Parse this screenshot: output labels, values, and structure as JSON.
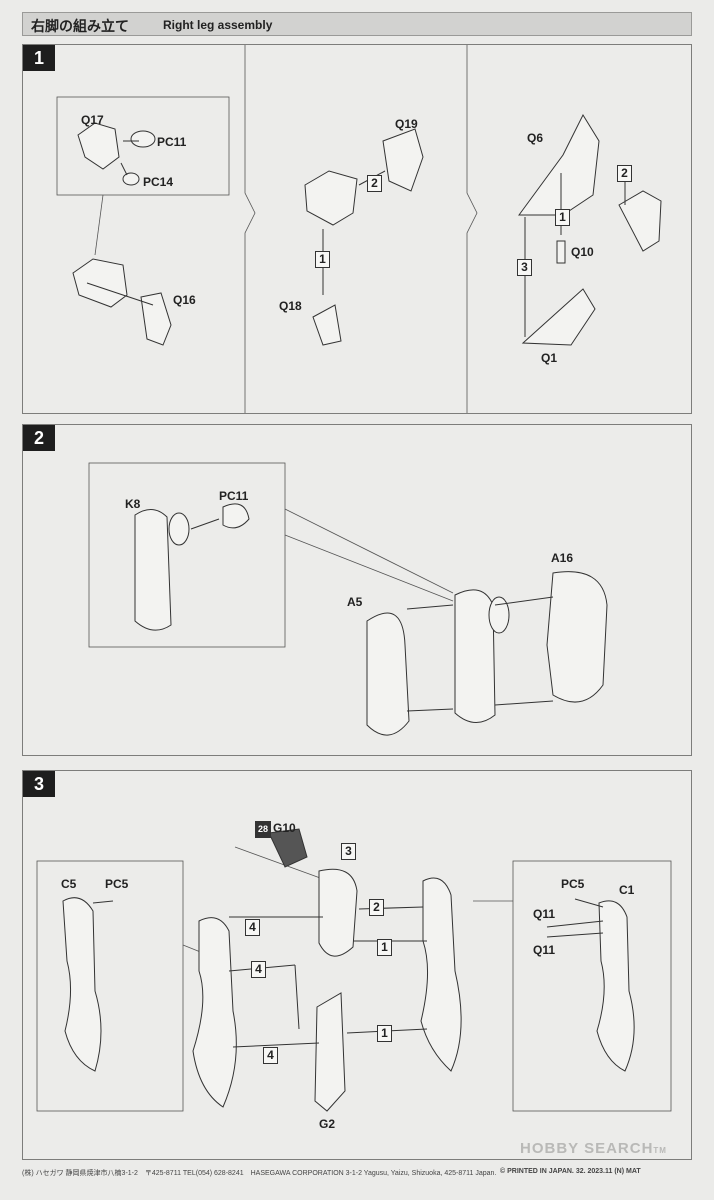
{
  "header": {
    "title_jp": "右脚の組み立て",
    "title_en": "Right leg assembly"
  },
  "step1": {
    "number": "1",
    "sub1": {
      "labels": [
        "Q17",
        "PC11",
        "PC14",
        "Q16"
      ]
    },
    "sub2": {
      "labels": [
        "Q19",
        "Q18"
      ],
      "order": [
        "2",
        "1"
      ]
    },
    "sub3": {
      "labels": [
        "Q6",
        "Q10",
        "Q1"
      ],
      "order": [
        "2",
        "1",
        "3"
      ]
    }
  },
  "step2": {
    "number": "2",
    "labels": [
      "K8",
      "PC11",
      "A5",
      "A16"
    ]
  },
  "step3": {
    "number": "3",
    "paint_code": "28",
    "labels": [
      "G10",
      "C5",
      "PC5",
      "PC5",
      "C1",
      "Q11",
      "Q11",
      "G2"
    ],
    "order": [
      "3",
      "2",
      "4",
      "1",
      "4",
      "4",
      "1"
    ]
  },
  "footer": {
    "left": "(株) ハセガワ 静岡県焼津市八楠3-1-2　〒425-8711 TEL(054) 628-8241　HASEGAWA CORPORATION 3-1-2 Yagusu, Yaizu, Shizuoka, 425-8711 Japan.",
    "right": "© PRINTED IN JAPAN. 32. 2023.11 (N) MAT"
  },
  "watermark": {
    "text": "HOBBY SEARCH",
    "tm": "TM"
  }
}
